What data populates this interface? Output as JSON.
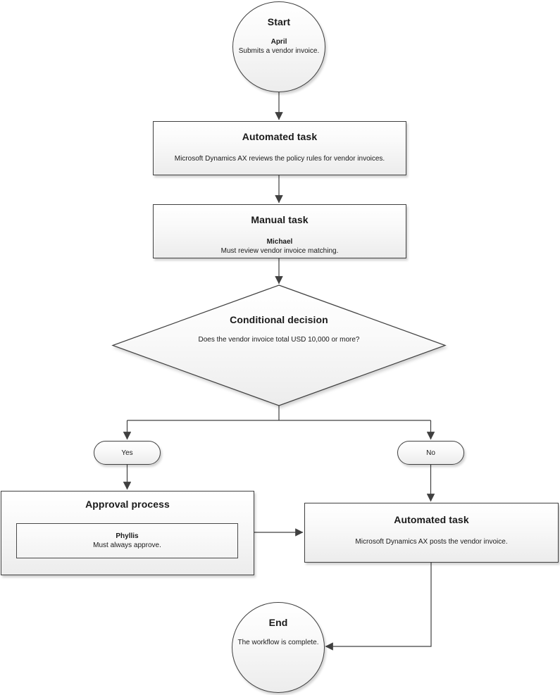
{
  "colors": {
    "shape_border": "#404040",
    "connector": "#404040",
    "text": "#1a1a1a",
    "shape_fill_top": "#ffffff",
    "shape_fill_bottom": "#ececec",
    "background": "#ffffff"
  },
  "nodes": {
    "start": {
      "title": "Start",
      "person": "April",
      "description": "Submits a vendor invoice."
    },
    "automated_task_1": {
      "title": "Automated task",
      "description": "Microsoft Dynamics AX reviews the policy rules for vendor invoices."
    },
    "manual_task": {
      "title": "Manual task",
      "person": "Michael",
      "description": "Must review vendor invoice matching."
    },
    "conditional_decision": {
      "title": "Conditional decision",
      "description": "Does the vendor invoice total USD 10,000 or more?"
    },
    "branch_yes": {
      "label": "Yes"
    },
    "branch_no": {
      "label": "No"
    },
    "approval_process": {
      "title": "Approval process",
      "person": "Phyllis",
      "description": "Must always approve."
    },
    "automated_task_2": {
      "title": "Automated task",
      "description": "Microsoft Dynamics AX posts the vendor invoice."
    },
    "end": {
      "title": "End",
      "description": "The workflow is complete."
    }
  },
  "edges": [
    {
      "from": "start",
      "to": "automated_task_1"
    },
    {
      "from": "automated_task_1",
      "to": "manual_task"
    },
    {
      "from": "manual_task",
      "to": "conditional_decision"
    },
    {
      "from": "conditional_decision",
      "to": "branch_yes"
    },
    {
      "from": "conditional_decision",
      "to": "branch_no"
    },
    {
      "from": "branch_yes",
      "to": "approval_process"
    },
    {
      "from": "branch_no",
      "to": "automated_task_2"
    },
    {
      "from": "approval_process",
      "to": "automated_task_2"
    },
    {
      "from": "automated_task_2",
      "to": "end"
    }
  ]
}
